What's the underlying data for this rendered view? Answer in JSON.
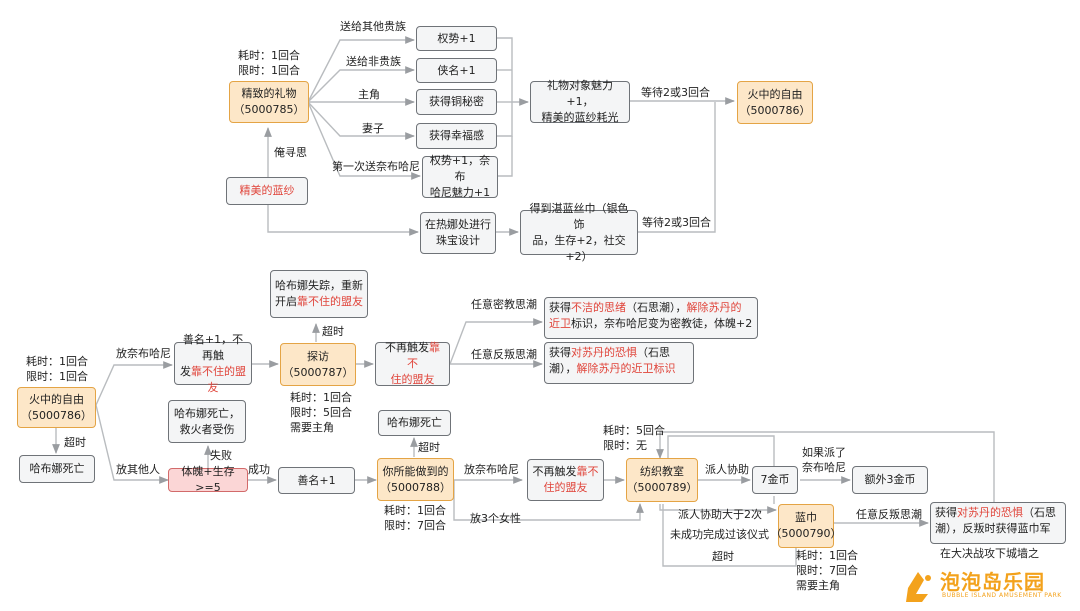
{
  "colors": {
    "key_fill": "#fde7c8",
    "key_border": "#e4a445",
    "red_text": "#e0453b",
    "pink_fill": "#fbd6d6",
    "node_fill": "#f4f5f6",
    "edge": "#b9bcbf"
  },
  "top": {
    "gift_anno": [
      "耗时：1回合",
      "限时：1回合"
    ],
    "gift_node": [
      "精致的礼物",
      "（5000785）"
    ],
    "blue_yarn": "精美的蓝纱",
    "edge_ask": "俺寻思",
    "branch_labels": [
      "送给其他贵族",
      "送给非贵族",
      "主角",
      "妻子",
      "第一次送奈布哈尼"
    ],
    "results": [
      "权势+1",
      "侠名+1",
      "获得铜秘密",
      "获得幸福感"
    ],
    "result_nabuhani": [
      "权势+1，奈布",
      "哈尼魅力+1"
    ],
    "merge": [
      "礼物对象魅力+1，",
      "精美的蓝纱耗光"
    ],
    "wait_label_1": "等待2或3回合",
    "freedom_top": [
      "火中的自由",
      "（5000786）"
    ],
    "design": [
      "在热娜处进行",
      "珠宝设计"
    ],
    "design_result": [
      "得到湛蓝丝巾（银色饰",
      "品，生存+2，社交+2）"
    ],
    "wait_label_2": "等待2或3回合"
  },
  "bottom": {
    "fire_anno": [
      "耗时：1回合",
      "限时：1回合"
    ],
    "fire_node": [
      "火中的自由",
      "（5000786）"
    ],
    "edge_timeout_1": "超时",
    "death_1": "哈布娜死亡",
    "edge_release_nab": "放奈布哈尼",
    "edge_release_other": "放其他人",
    "good1_a": "善名+1，不再触",
    "good1_b_pre": "发",
    "good1_b_red": "靠不住的盟友",
    "habuna_lost_a": "哈布娜失踪，重新",
    "habuna_lost_b_pre": "开启",
    "habuna_lost_b_red": "靠不住的盟友",
    "edge_timeout_2": "超时",
    "visit_node": [
      "探访",
      "（5000787）"
    ],
    "visit_anno": [
      "耗时：1回合",
      "限时：5回合"
    ],
    "visit_need": "需要主角",
    "no_trigger_a_pre": "不再触发",
    "no_trigger_a_red": "靠不",
    "no_trigger_b_red": "住的盟友",
    "edge_any_cult": "任意密教思潮",
    "edge_any_rebel": "任意反叛思潮",
    "cult_result_a_pre": "获得",
    "cult_result_a_red1": "不洁的思绪",
    "cult_result_a_mid": "（石思潮），",
    "cult_result_a_red2": "解除苏丹的",
    "cult_result_b_red": "近卫",
    "cult_result_b_post": "标识，奈布哈尼变为密教徒，体魄+2",
    "rebel_result_a_pre": "获得",
    "rebel_result_a_red": "对苏丹的恐惧",
    "rebel_result_a_post": "（石思",
    "rebel_result_b_pre": "潮），",
    "rebel_result_b_red": "解除苏丹的近卫标识",
    "dead_saver": [
      "哈布娜死亡，",
      "救火者受伤"
    ],
    "edge_fail": "失败",
    "check_node": "体魄+生存>=5",
    "edge_success": "成功",
    "good2": "善名+1",
    "death_2": "哈布娜死亡",
    "edge_timeout_3": "超时",
    "best_node": [
      "你所能做到的",
      "（5000788）"
    ],
    "best_anno": [
      "耗时：1回合",
      "限时：7回合"
    ],
    "edge_release_nab_2": "放奈布哈尼",
    "no_trigger2_a_pre": "不再触发",
    "no_trigger2_a_red": "靠不",
    "no_trigger2_b_red": "住的盟友",
    "edge_three_women": "放3个女性",
    "church_anno": [
      "耗时：5回合",
      "限时：无"
    ],
    "church_node": [
      "纺织教室",
      "（5000789）"
    ],
    "edge_send_help": "派人协助",
    "coins_7": "7金币",
    "edge_if_sent": [
      "如果派了",
      "奈布哈尼"
    ],
    "coins_extra": "额外3金币",
    "edge_help_more": "派人协助大于2次",
    "edge_not_done": "未成功完成过该仪式",
    "edge_timeout_4": "超时",
    "blue_node": [
      "蓝巾",
      "（5000790）"
    ],
    "blue_anno": [
      "耗时：1回合",
      "限时：7回合"
    ],
    "blue_need": "需要主角",
    "edge_any_rebel_2": "任意反叛思潮",
    "final_a_pre": "获得",
    "final_a_red": "对苏丹的恐惧",
    "final_a_post": "（石思",
    "final_b": "潮），反叛时获得蓝巾军",
    "final_note": "在大决战攻下城墙之"
  },
  "logo": {
    "brand": "泡泡岛乐园",
    "sub": "BUBBLE ISLAND AMUSEMENT PARK"
  }
}
